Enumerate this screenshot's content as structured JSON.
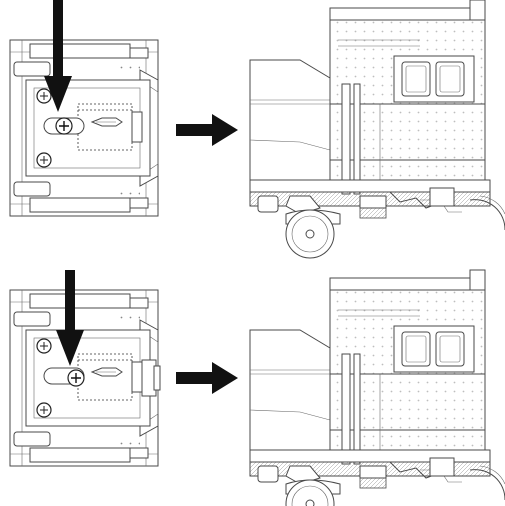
{
  "diagram": {
    "steps": [
      {
        "name": "step-1",
        "annotation": "",
        "coupler_position": "retracted"
      },
      {
        "name": "step-2",
        "annotation": "",
        "coupler_position": "extended"
      }
    ],
    "colors": {
      "line": "#4a4a4a",
      "arrow": "#111111",
      "background": "#ffffff"
    },
    "icons": [
      "down-arrow-icon",
      "right-arrow-icon",
      "screw-icon"
    ]
  }
}
